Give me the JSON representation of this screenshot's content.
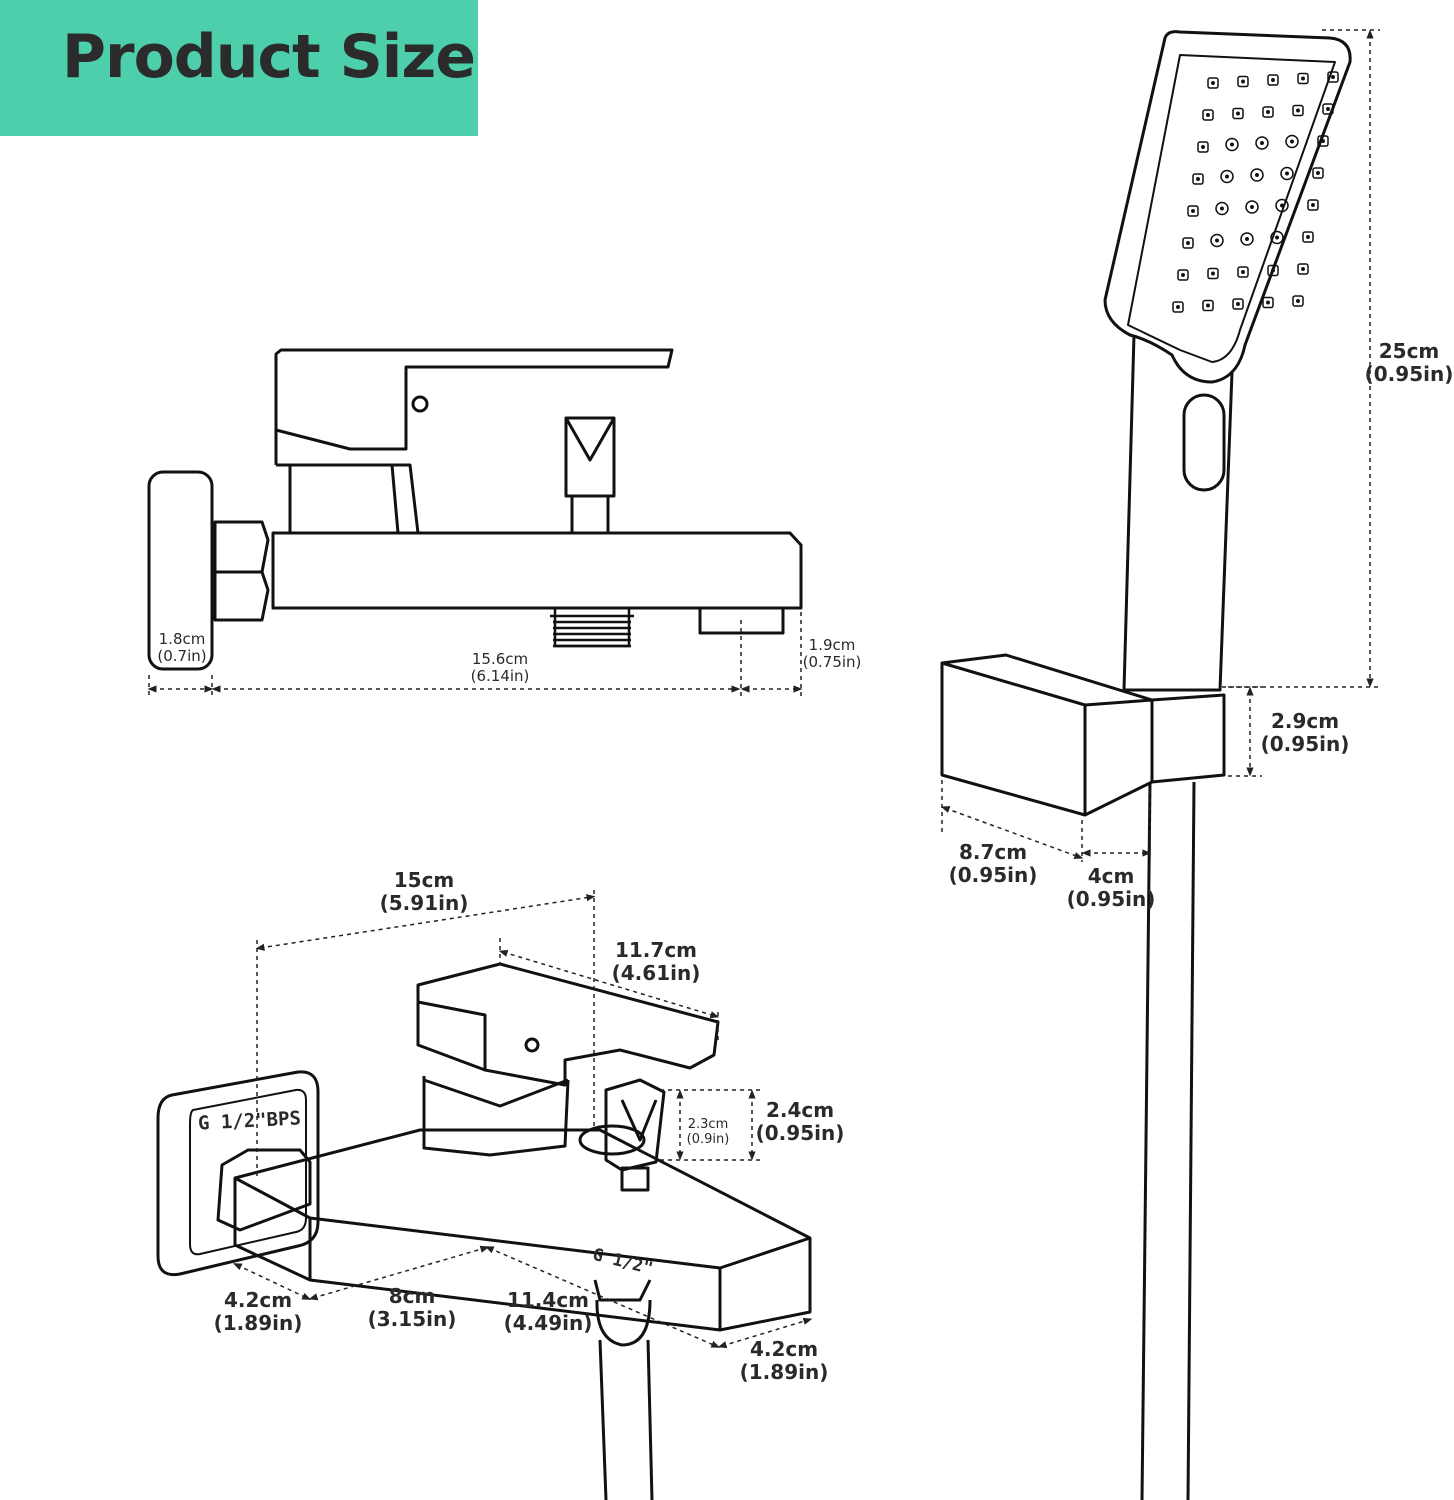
{
  "banner": {
    "title": "Product Size",
    "color": "#4ecfac"
  },
  "top_faucet": {
    "dim_flange": {
      "cm": "1.8cm",
      "in": "(0.7in)"
    },
    "dim_length": {
      "cm": "15.6cm",
      "in": "(6.14in)"
    },
    "dim_outlet": {
      "cm": "1.9cm",
      "in": "(0.75in)"
    }
  },
  "bottom_faucet": {
    "dim_overall": {
      "cm": "15cm",
      "in": "(5.91in)"
    },
    "dim_handle": {
      "cm": "11.7cm",
      "in": "(4.61in)"
    },
    "dim_diverter_inner": {
      "cm": "2.3cm",
      "in": "(0.9in)"
    },
    "dim_diverter_outer": {
      "cm": "2.4cm",
      "in": "(0.95in)"
    },
    "dim_left_depth": {
      "cm": "4.2cm",
      "in": "(1.89in)"
    },
    "dim_center": {
      "cm": "8cm",
      "in": "(3.15in)"
    },
    "dim_spout": {
      "cm": "11.4cm",
      "in": "(4.49in)"
    },
    "dim_right_depth": {
      "cm": "4.2cm",
      "in": "(1.89in)"
    },
    "thread_inlet": "G 1/2\"BPS",
    "thread_outlet": "G 1/2\""
  },
  "handheld": {
    "dim_height": {
      "cm": "25cm",
      "in": "(0.95in)"
    },
    "dim_holder_height": {
      "cm": "2.9cm",
      "in": "(0.95in)"
    },
    "dim_holder_length": {
      "cm": "8.7cm",
      "in": "(0.95in)"
    },
    "dim_holder_width": {
      "cm": "4cm",
      "in": "(0.95in)"
    }
  }
}
